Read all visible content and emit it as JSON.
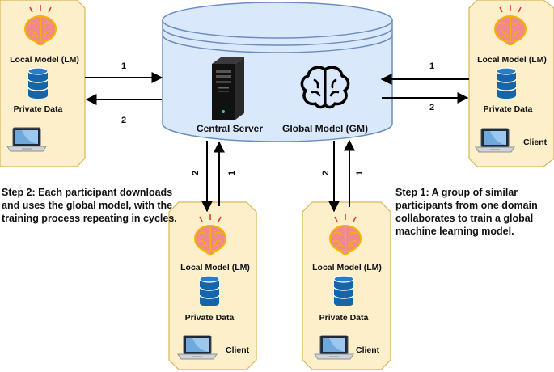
{
  "server": {
    "label": "Central Server",
    "global_model_label": "Global Model (GM)"
  },
  "clients": [
    {
      "position": "top-left",
      "model_label": "Local Model (LM)",
      "data_label": "Private Data",
      "client_label": ""
    },
    {
      "position": "top-right",
      "model_label": "Local Model (LM)",
      "data_label": "Private Data",
      "client_label": "Client"
    },
    {
      "position": "bottom-left",
      "model_label": "Local Model (LM)",
      "data_label": "Private Data",
      "client_label": "Client"
    },
    {
      "position": "bottom-right",
      "model_label": "Local Model (LM)",
      "data_label": "Private Data",
      "client_label": "Client"
    }
  ],
  "arrows": {
    "upload": "1",
    "download": "2"
  },
  "steps": {
    "step1": "Step 1: A group of similar participants from one domain collaborates to train a global machine learning model.",
    "step2": "Step 2: Each participant downloads and uses the global model, with the training process repeating in cycles."
  },
  "colors": {
    "card_fill": "#fdefc9",
    "card_stroke": "#d6b656",
    "server_fill": "#dae8fc",
    "server_stroke": "#6c8ebf",
    "database": "#1565a8",
    "brain": "#f08a8a",
    "arrow": "#000000"
  }
}
